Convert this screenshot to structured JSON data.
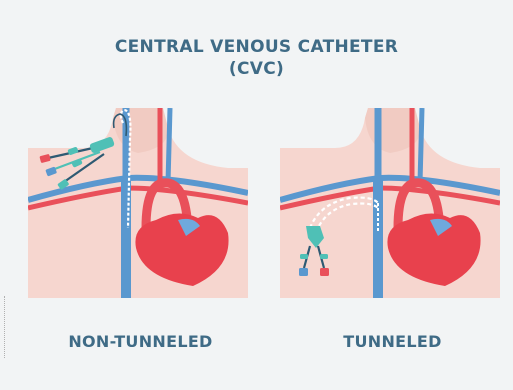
{
  "title": {
    "line1": "CENTRAL VENOUS CATHETER",
    "line2": "(CVC)"
  },
  "panels": [
    {
      "label": "NON-TUNNELED"
    },
    {
      "label": "TUNNELED"
    }
  ],
  "colors": {
    "title_text": "#3f6b86",
    "skin": "#f6d6cf",
    "vein_blue": "#5a98cf",
    "artery_red": "#e9505a",
    "catheter_teal": "#4fc0b6",
    "heart_red": "#e8414d",
    "light_blue": "#7dbde6"
  }
}
